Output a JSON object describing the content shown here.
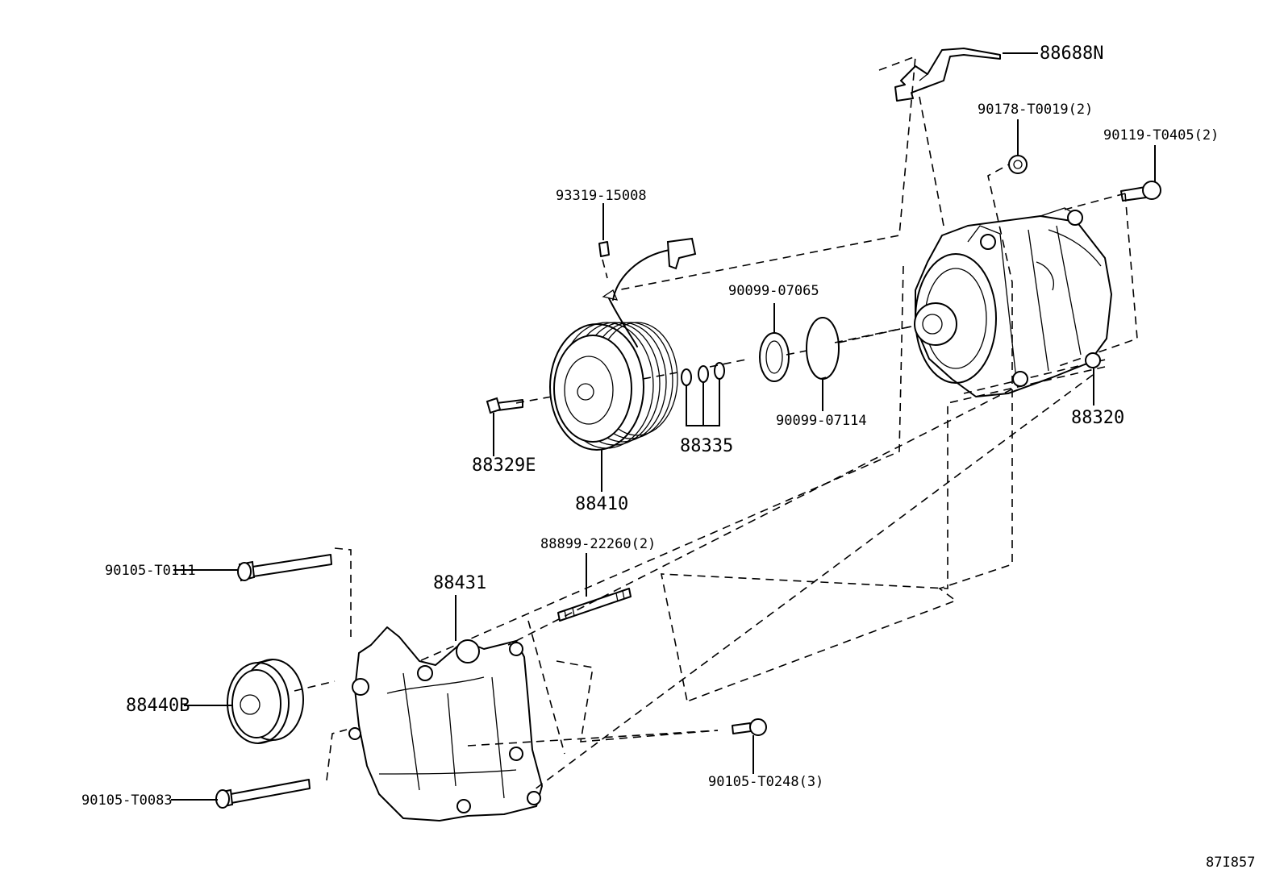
{
  "diagram": {
    "drawing_number": "87I857",
    "parts": {
      "p88688N": "88688N",
      "p90178": "90178-T0019(2)",
      "p90119": "90119-T0405(2)",
      "p93319": "93319-15008",
      "p90099_07065": "90099-07065",
      "p88320": "88320",
      "p90099_07114": "90099-07114",
      "p88335": "88335",
      "p88329E": "88329E",
      "p88410": "88410",
      "p88899": "88899-22260(2)",
      "p90105_T0111": "90105-T0111",
      "p88431": "88431",
      "p88440B": "88440B",
      "p90105_T0248": "90105-T0248(3)",
      "p90105_T0083": "90105-T0083"
    }
  }
}
